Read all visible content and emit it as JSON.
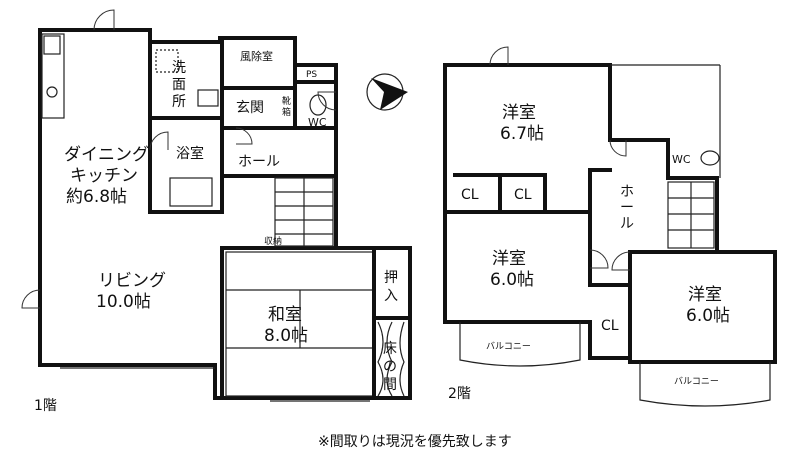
{
  "floors": {
    "first": {
      "label": "1階",
      "rooms": {
        "dining_kitchen": [
          "ダイニング",
          "キッチン",
          "約6.8帖"
        ],
        "living": [
          "リビング",
          "10.0帖"
        ],
        "washroom": [
          "洗",
          "面",
          "所"
        ],
        "bath": "浴室",
        "windbreak": "風除室",
        "entrance": "玄関",
        "shoe_box": [
          "靴",
          "箱"
        ],
        "ps": "PS",
        "wc": "WC",
        "hall": "ホール",
        "storage": "収納",
        "washitsu": [
          "和室",
          "8.0帖"
        ],
        "oshiire": [
          "押",
          "入"
        ],
        "tokonoma": [
          "床",
          "の",
          "間"
        ]
      }
    },
    "second": {
      "label": "2階",
      "rooms": {
        "west_room_a": [
          "洋室",
          "6.7帖"
        ],
        "west_room_b": [
          "洋室",
          "6.0帖"
        ],
        "west_room_c": [
          "洋室",
          "6.0帖"
        ],
        "closet_a": "CL",
        "closet_b": "CL",
        "closet_c": "CL",
        "hall": [
          "ホ",
          "ー",
          "ル"
        ],
        "wc": "WC",
        "balcony_a": "バルコニー",
        "balcony_b": "バルコニー"
      }
    }
  },
  "note": "※間取りは現況を優先致します"
}
